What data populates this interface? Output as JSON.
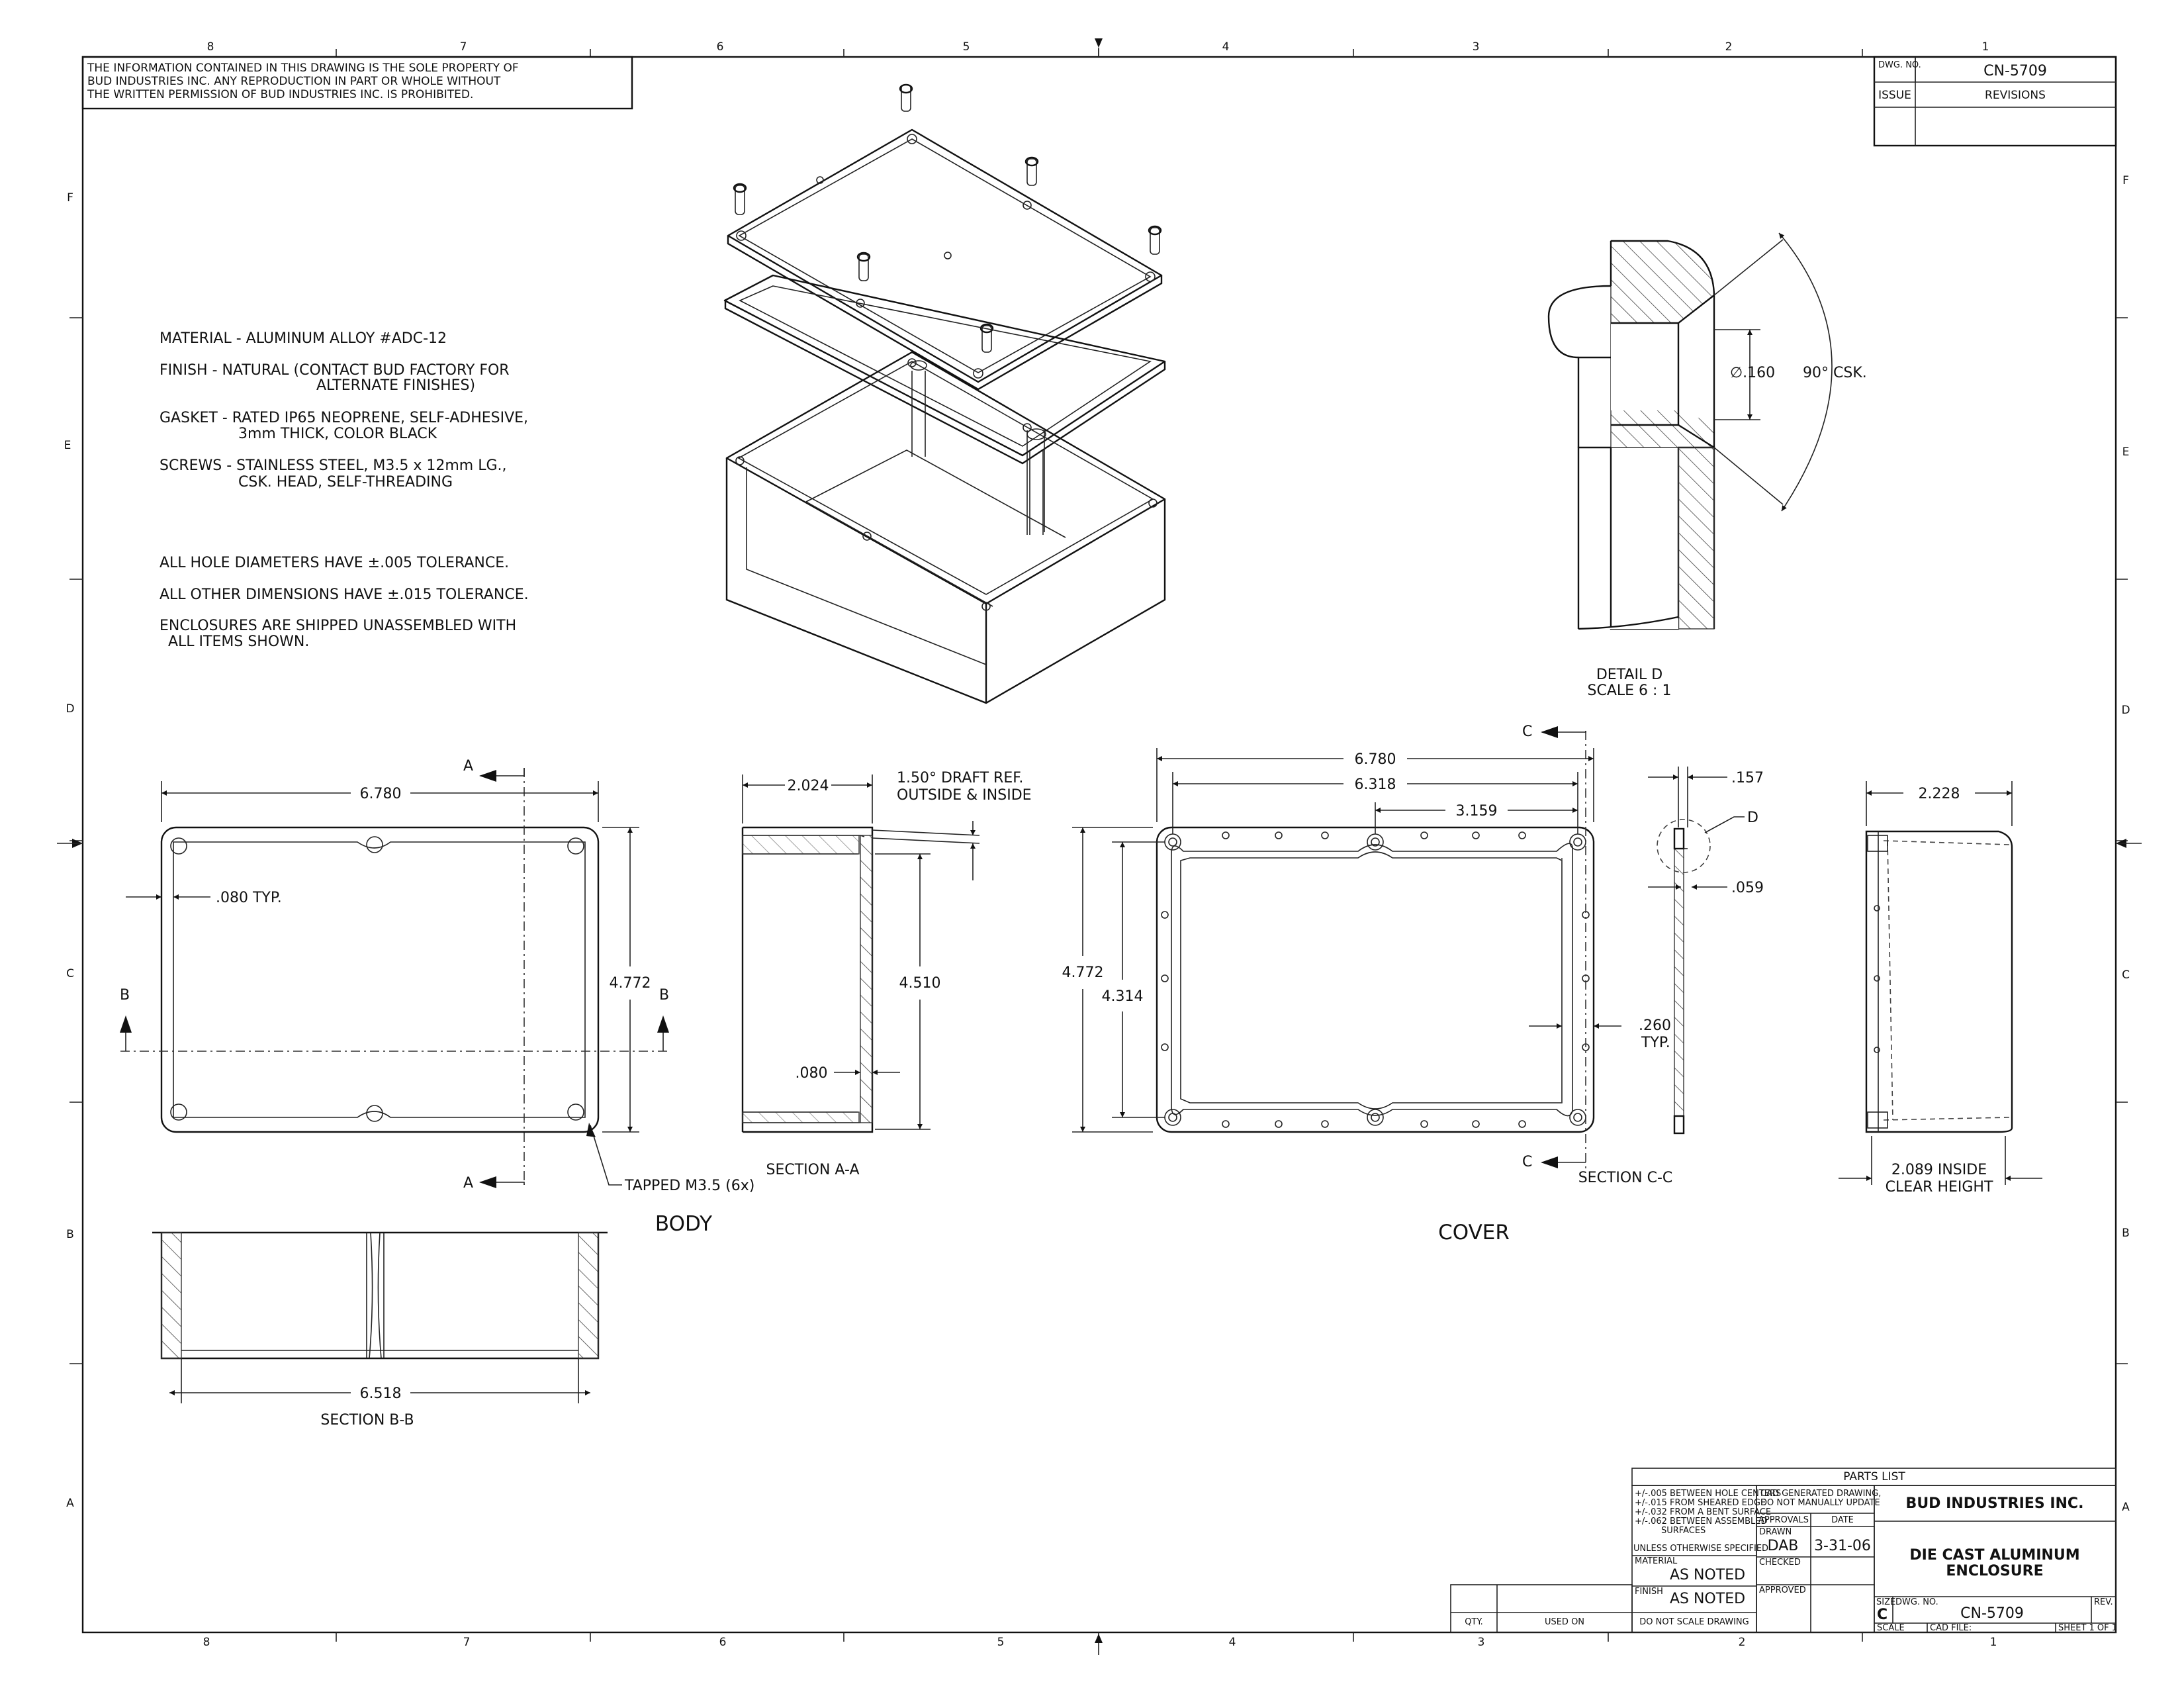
{
  "border": {
    "cols_top": [
      "8",
      "7",
      "6",
      "5",
      "4",
      "3",
      "2",
      "1"
    ],
    "cols_bottom": [
      "8",
      "7",
      "6",
      "5",
      "4",
      "3",
      "2",
      "1"
    ],
    "rows_left": [
      "F",
      "E",
      "D",
      "C",
      "B",
      "A"
    ],
    "rows_right": [
      "F",
      "E",
      "D",
      "C",
      "B",
      "A"
    ]
  },
  "proprietary_notice": [
    "THE INFORMATION CONTAINED IN THIS DRAWING IS THE SOLE PROPERTY OF",
    "BUD INDUSTRIES INC. ANY REPRODUCTION IN PART OR WHOLE WITHOUT",
    "THE WRITTEN PERMISSION OF BUD INDUSTRIES INC. IS PROHIBITED."
  ],
  "revision_block": {
    "dwg_no_label": "DWG. NO.",
    "dwg_no": "CN-5709",
    "issue_label": "ISSUE",
    "revisions_label": "REVISIONS"
  },
  "notes": {
    "material": "MATERIAL - ALUMINUM ALLOY #ADC-12",
    "finish_1": "FINISH - NATURAL  (CONTACT BUD FACTORY FOR",
    "finish_2": "ALTERNATE FINISHES)",
    "gasket_1": "GASKET - RATED IP65 NEOPRENE, SELF-ADHESIVE,",
    "gasket_2": "3mm THICK, COLOR BLACK",
    "screws_1": "SCREWS - STAINLESS STEEL, M3.5 x 12mm LG.,",
    "screws_2": "CSK. HEAD, SELF-THREADING",
    "tol_holes": "ALL HOLE DIAMETERS HAVE ±.005 TOLERANCE.",
    "tol_other": "ALL OTHER DIMENSIONS HAVE ±.015 TOLERANCE.",
    "shipped_1": "ENCLOSURES ARE SHIPPED UNASSEMBLED WITH",
    "shipped_2": "ALL ITEMS SHOWN."
  },
  "detail_d": {
    "diameter": "∅.160",
    "csk": "90° CSK.",
    "title": "DETAIL D",
    "scale": "SCALE 6 : 1"
  },
  "body_views": {
    "label": "BODY",
    "top_width": "6.780",
    "wall_typ": ".080 TYP.",
    "height": "4.772",
    "section_a": "A",
    "section_b": "B",
    "tapped": "TAPPED M3.5 (6x)",
    "sec_aa_width": "2.024",
    "draft_1": "1.50° DRAFT REF.",
    "draft_2": "OUTSIDE & INSIDE",
    "sec_aa_height": "4.510",
    "sec_aa_wall": ".080",
    "sec_aa_title": "SECTION A-A",
    "sec_bb_width": "6.518",
    "sec_bb_title": "SECTION B-B"
  },
  "cover_views": {
    "label": "COVER",
    "width": "6.780",
    "inner_width": "6.318",
    "half_width": "3.159",
    "height": "4.772",
    "inner_height": "4.314",
    "edge_1": ".260",
    "edge_2": "TYP.",
    "section_c": "C",
    "sec_cc_title": "SECTION C-C",
    "thick": ".157",
    "detail_ref": "D",
    "lip": ".059",
    "side_width": "2.228",
    "clear_1": "2.089 INSIDE",
    "clear_2": "CLEAR HEIGHT"
  },
  "title_block": {
    "parts_list": "PARTS  LIST",
    "qty": "QTY.",
    "used_on": "USED ON",
    "tol_1": "+/-.005 BETWEEN HOLE CENTERS",
    "tol_2": "+/-.015 FROM SHEARED EDGE",
    "tol_3": "+/-.032 FROM A BENT SURFACE",
    "tol_4": "+/-.062 BETWEEN ASSEMBLED",
    "tol_5": "SURFACES",
    "unless": "UNLESS OTHERWISE SPECIFIED",
    "material_label": "MATERIAL",
    "material_value": "AS NOTED",
    "finish_label": "FINISH",
    "finish_value": "AS NOTED",
    "do_not_scale": "DO  NOT SCALE DRAWING",
    "cad_1": "CAD GENERATED DRAWING,",
    "cad_2": "DO  NOT MANUALLY UPDATE",
    "approvals": "APPROVALS",
    "date_label": "DATE",
    "drawn_label": "DRAWN",
    "drawn_by": "DAB",
    "drawn_date": "3-31-06",
    "checked_label": "CHECKED",
    "approved_label": "APPROVED",
    "company": "BUD INDUSTRIES INC.",
    "title_1": "DIE CAST ALUMINUM",
    "title_2": "ENCLOSURE",
    "size_label": "SIZE",
    "size": "C",
    "dwg_no_label": "DWG.  NO.",
    "dwg_no": "CN-5709",
    "rev_label": "REV.",
    "scale_label": "SCALE",
    "cad_file_label": "CAD  FILE:",
    "sheet": "SHEET  1  OF  1"
  }
}
